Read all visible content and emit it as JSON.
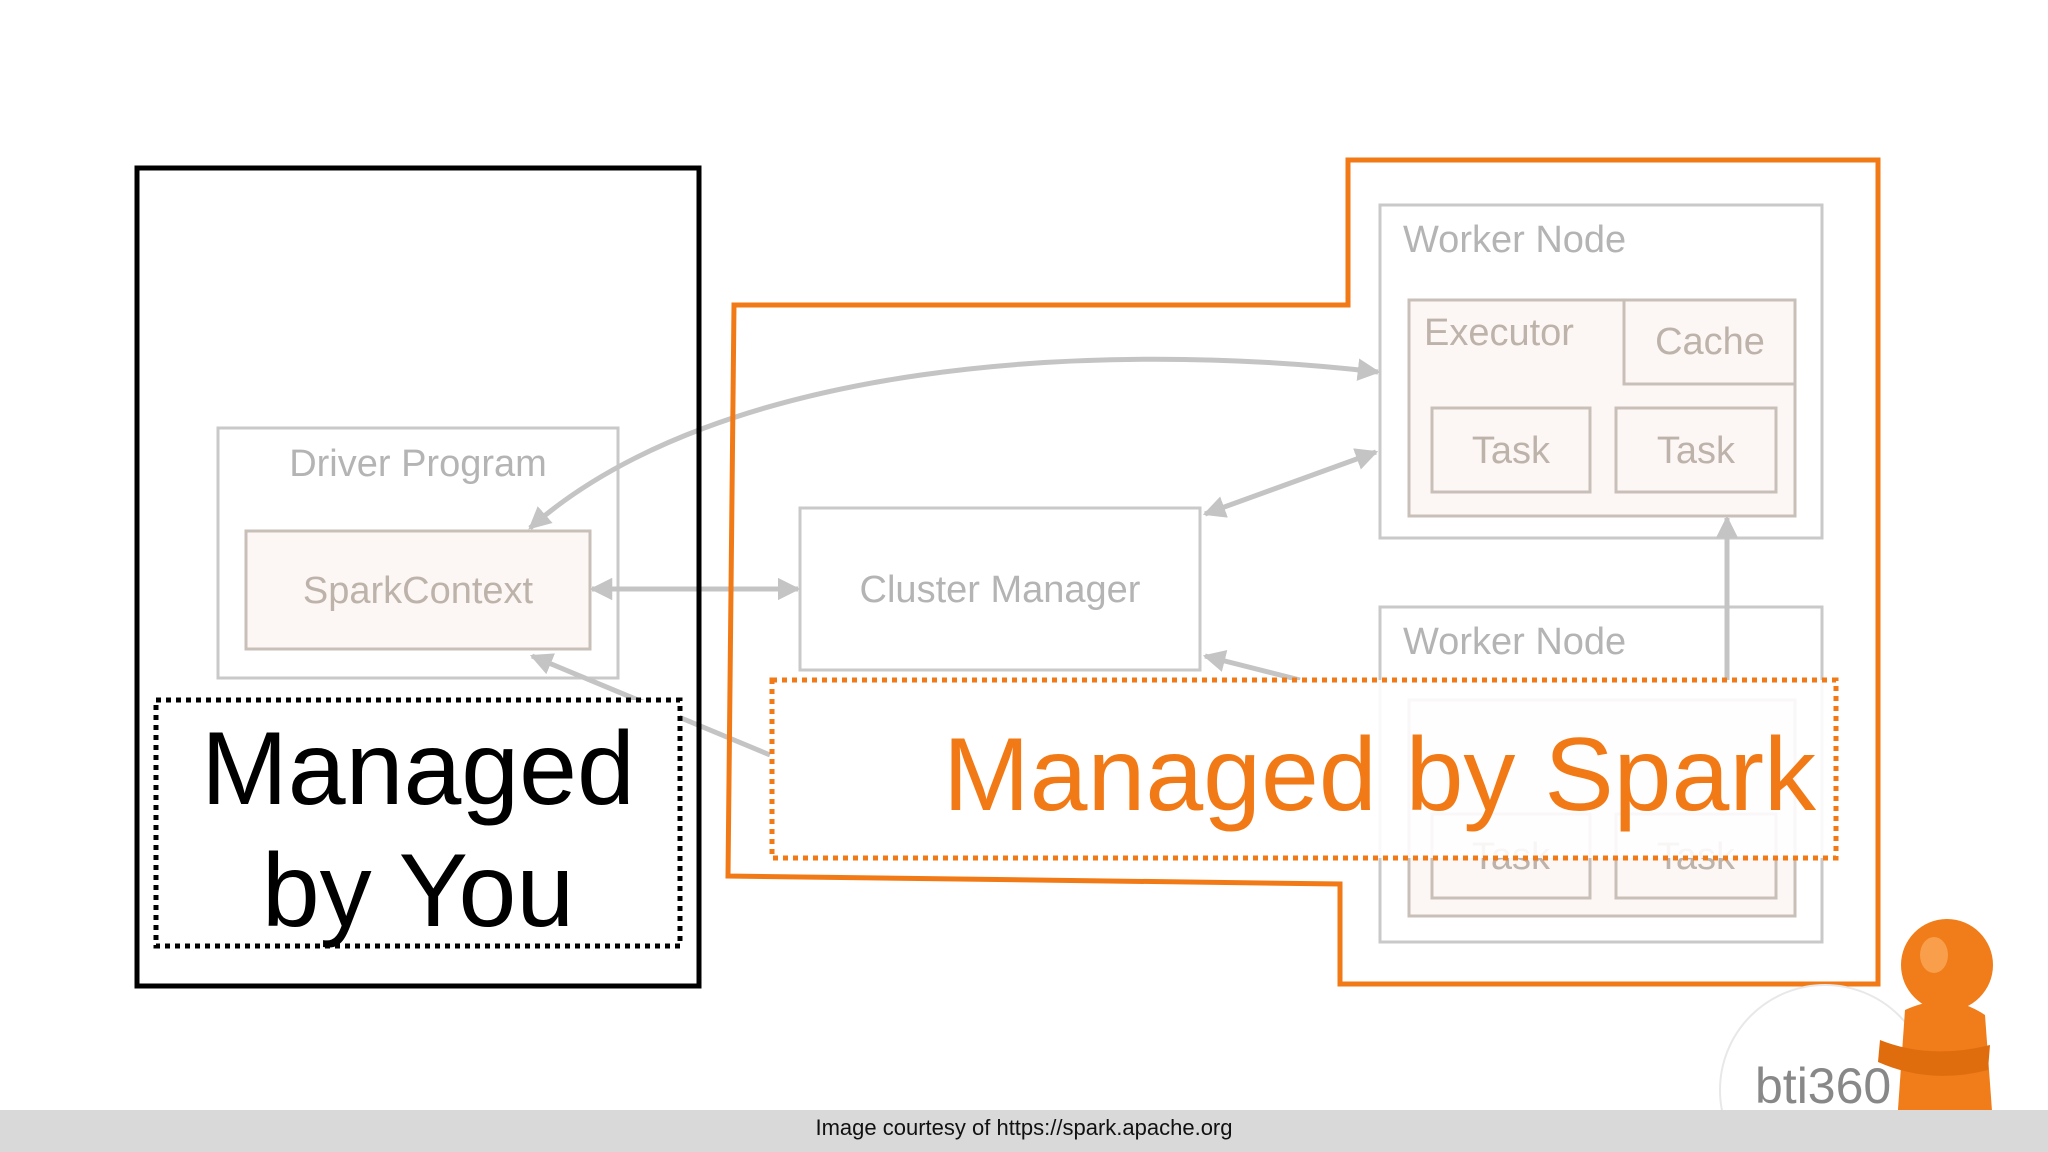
{
  "diagram": {
    "driver_program": {
      "title": "Driver Program",
      "inner": "SparkContext"
    },
    "cluster_manager": {
      "label": "Cluster Manager"
    },
    "worker_nodes": [
      {
        "title": "Worker Node",
        "executor": "Executor",
        "cache": "Cache",
        "tasks": [
          "Task",
          "Task"
        ]
      },
      {
        "title": "Worker Node",
        "tasks": [
          "Task",
          "Task"
        ]
      }
    ]
  },
  "callouts": {
    "you": [
      "Managed",
      "by You"
    ],
    "spark": "Managed by Spark"
  },
  "colors": {
    "spark_accent": "#f27a16",
    "you_accent": "#000000",
    "faded": "#c9c9c9"
  },
  "logo": {
    "text": "bti360"
  },
  "footer": {
    "credit": "Image courtesy of https://spark.apache.org"
  }
}
